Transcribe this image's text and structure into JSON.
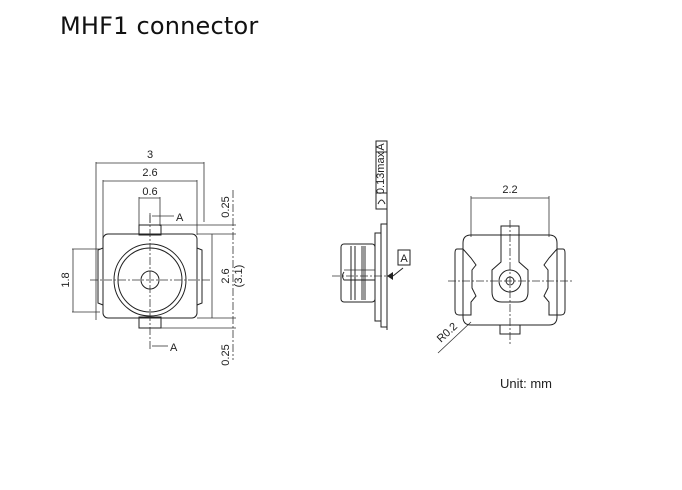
{
  "title": "MHF1 connector",
  "front_view": {
    "dim_overall_width": "3",
    "dim_inner_width": "2.6",
    "dim_tab_width": "0.6",
    "dim_left_height": "1.8",
    "dim_height": "2.6",
    "dim_height_ref": "(3.1)",
    "dim_top_tab": "0.25",
    "dim_bottom_tab": "0.25",
    "section_label_top": "A",
    "section_label_bottom": "A"
  },
  "side_view": {
    "tolerance_text": "0.13max",
    "tolerance_datum": "A",
    "datum_label": "A"
  },
  "back_view": {
    "dim_width": "2.2",
    "radius": "R0.2"
  },
  "unit_label": "Unit: mm"
}
